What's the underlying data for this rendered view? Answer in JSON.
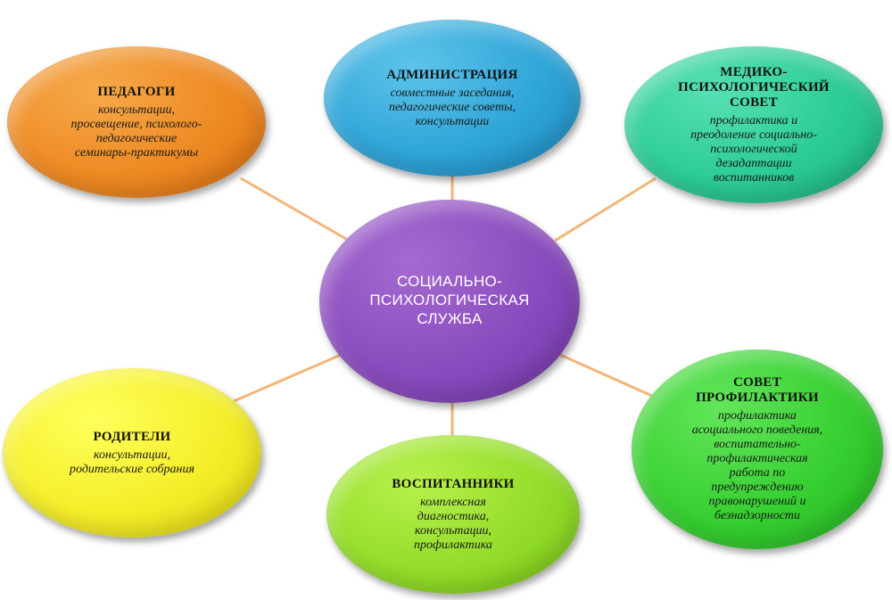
{
  "colors": {
    "connector": "#f3b57a",
    "pedagogi": "#ee8a23",
    "administraciya": "#2fa5d8",
    "medico": "#2ccb97",
    "center": "#8a4cbe",
    "roditeli": "#f4ee2a",
    "vospitanniki": "#94dd2a",
    "sovet": "#37cf31"
  },
  "center": {
    "title": "СОЦИАЛЬНО-\nПСИХОЛОГИЧЕСКАЯ\nСЛУЖБА"
  },
  "nodes": {
    "pedagogi": {
      "title": "ПЕДАГОГИ",
      "desc": "консультации,\nпросвещение, психолого-\nпедагогические\nсеминары-практикумы"
    },
    "administraciya": {
      "title": "АДМИНИСТРАЦИЯ",
      "desc": "совместные заседания,\nпедагогические советы,\nконсультации"
    },
    "medico": {
      "title": "МЕДИКО-\nПСИХОЛОГИЧЕСКИЙ\nСОВЕТ",
      "desc": "профилактика и\nпреодоление социально-\nпсихологической\nдезадаптации\nвоспитанников"
    },
    "roditeli": {
      "title": "РОДИТЕЛИ",
      "desc": "консультации,\nродительские собрания"
    },
    "vospitanniki": {
      "title": "ВОСПИТАННИКИ",
      "desc": "комплексная\nдиагностика,\nконсультации,\nпрофилактика"
    },
    "sovet": {
      "title": "СОВЕТ\nПРОФИЛАКТИКИ",
      "desc": "профилактика\nасоциального поведения,\nвоспитательно-\nпрофилактическая\nработа по\nпредупреждению\nправонарушений и\nбезнадзорности"
    }
  }
}
